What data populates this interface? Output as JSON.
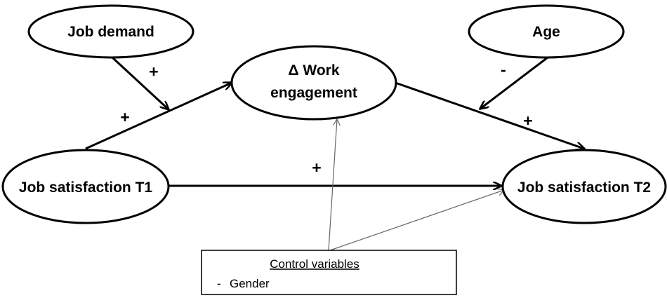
{
  "nodes": {
    "job_demand": "Job demand",
    "age": "Age",
    "work_engagement_line1": "Δ Work",
    "work_engagement_line2": "engagement",
    "job_satisfaction_t1": "Job satisfaction T1",
    "job_satisfaction_t2": "Job satisfaction T2"
  },
  "signs": {
    "demand_to_path": "+",
    "t1_to_engagement": "+",
    "age_to_path": "-",
    "engagement_to_t2": "+",
    "t1_to_t2": "+"
  },
  "controls": {
    "title": "Control variables",
    "items": [
      "Gender"
    ],
    "bullet": "-"
  }
}
